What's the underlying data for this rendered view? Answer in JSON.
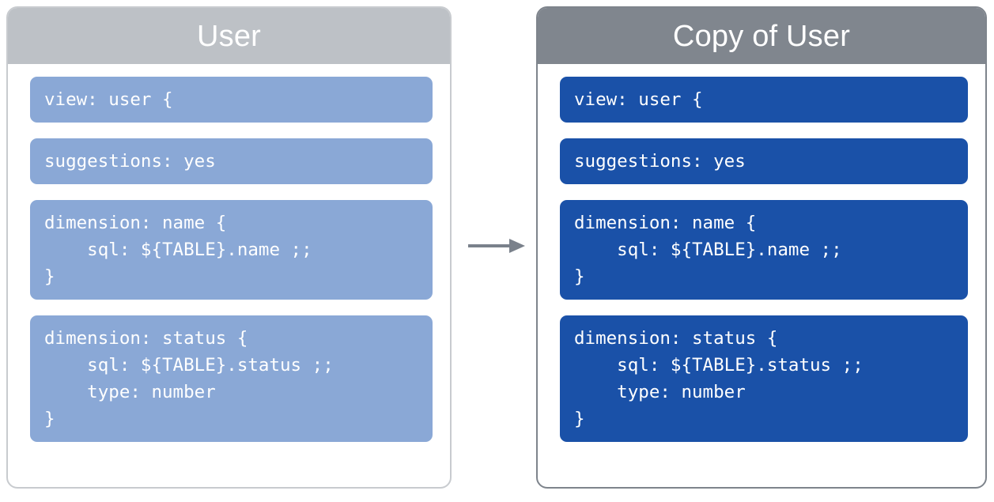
{
  "diagram": {
    "title_hidden": "",
    "arrow": {
      "icon": "arrow-right-icon",
      "color": "#7a818b",
      "direction": "left-to-right"
    },
    "cards": [
      {
        "id": "source",
        "header_label": "User",
        "header_color": "#bdc1c6",
        "border_color": "#c8cbcf",
        "block_color": "#8aa8d6",
        "blocks": [
          {
            "name": "view-declaration",
            "code": "view: user {"
          },
          {
            "name": "suggestions-setting",
            "code": "suggestions: yes"
          },
          {
            "name": "dimension-name",
            "code": "dimension: name {\n    sql: ${TABLE}.name ;;\n}"
          },
          {
            "name": "dimension-status",
            "code": "dimension: status {\n    sql: ${TABLE}.status ;;\n    type: number\n}"
          }
        ]
      },
      {
        "id": "target",
        "header_label": "Copy of User",
        "header_color": "#80868e",
        "border_color": "#7e848c",
        "block_color": "#1a51a8",
        "blocks": [
          {
            "name": "view-declaration",
            "code": "view: user {"
          },
          {
            "name": "suggestions-setting",
            "code": "suggestions: yes"
          },
          {
            "name": "dimension-name",
            "code": "dimension: name {\n    sql: ${TABLE}.name ;;\n}"
          },
          {
            "name": "dimension-status",
            "code": "dimension: status {\n    sql: ${TABLE}.status ;;\n    type: number\n}"
          }
        ]
      }
    ]
  }
}
